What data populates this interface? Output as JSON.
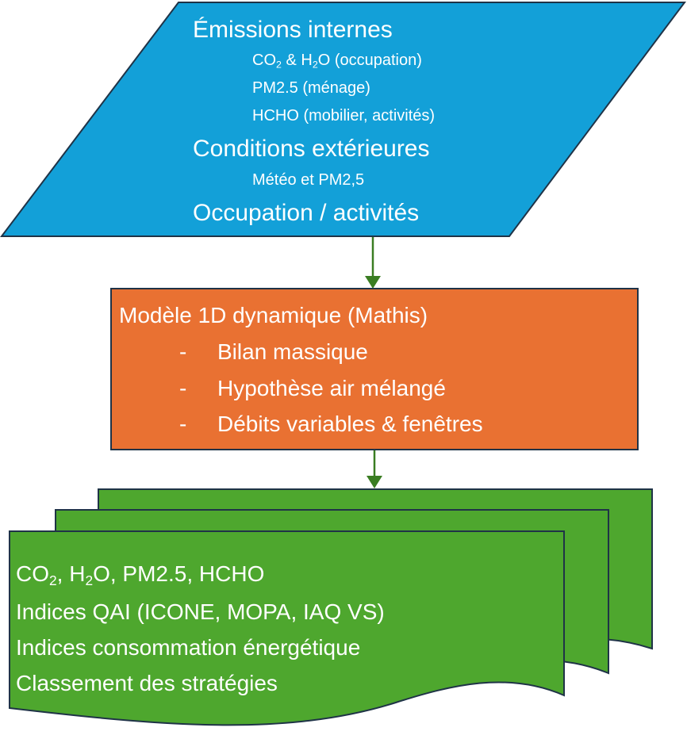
{
  "inputs": {
    "heading_1": "Émissions internes",
    "co2_a": "CO",
    "co2_sub": "2",
    "co2_b": " & H",
    "h2o_sub": "2",
    "co2_c": "O (occupation)",
    "pm25": "PM2.5 (ménage)",
    "hcho": "HCHO (mobilier, activités)",
    "heading_2": "Conditions extérieures",
    "meteo": "Météo et PM2,5",
    "heading_3": "Occupation / activités"
  },
  "model": {
    "title": "Modèle 1D dynamique (Mathis)",
    "bullet": "-",
    "items": [
      "Bilan massique",
      "Hypothèse air mélangé",
      "Débits variables & fenêtres"
    ]
  },
  "outputs": {
    "line1_a": "CO",
    "line1_sub1": "2",
    "line1_b": ", H",
    "line1_sub2": "2",
    "line1_c": "O, PM2.5, HCHO",
    "line2": "Indices QAI (ICONE,  MOPA, IAQ VS)",
    "line3": "Indices consommation énergétique",
    "line4": "Classement des stratégies"
  },
  "colors": {
    "input_fill": "#13a0d8",
    "model_fill": "#e97132",
    "output_fill": "#4ea72e",
    "border": "#1f3347",
    "arrow": "#3a7d22"
  }
}
